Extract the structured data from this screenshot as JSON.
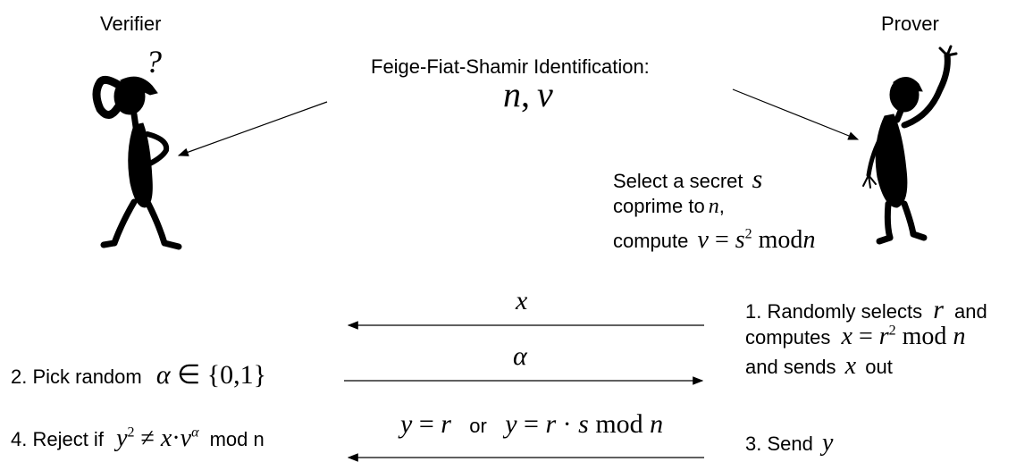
{
  "labels": {
    "verifier": "Verifier",
    "prover": "Prover",
    "question_mark": "?"
  },
  "header": {
    "title": "Feige-Fiat-Shamir Identification:",
    "public_n": "n",
    "public_sep": ",",
    "public_v": "v"
  },
  "prover_setup": {
    "line1_text": "Select a secret",
    "line1_var": "s",
    "line2_text": "coprime to",
    "line2_var": "n",
    "line2_tail": ",",
    "line3_text": "compute",
    "line3_v": "v",
    "line3_eq": " = ",
    "line3_s": "s",
    "line3_exp": "2",
    "line3_mod": " mod",
    "line3_n": "n"
  },
  "arrows": {
    "arrow1_label": "x",
    "arrow2_label": "α"
  },
  "step1": {
    "text1": "1. Randomly selects",
    "var_r": "r",
    "text1_tail": "and",
    "text2": "computes",
    "eq_x": "x",
    "eq_eq": " = ",
    "eq_r": "r",
    "eq_exp": "2",
    "eq_mod": " mod ",
    "eq_n": "n",
    "text3": "and sends",
    "var_x": "x",
    "text3_tail": "out"
  },
  "step2": {
    "text": "2. Pick random",
    "var_alpha": "α",
    "set": " ∈ {0,1}"
  },
  "step3": {
    "text": "3. Send",
    "var_y": "y"
  },
  "step4": {
    "text": "4. Reject if",
    "y": "y",
    "y_exp": "2",
    "ne": " ≠ ",
    "x": "x",
    "dot": "·",
    "v": "v",
    "v_exp": "α",
    "tail": "mod n"
  },
  "response": {
    "y1": "y",
    "eq1": " = ",
    "r1": "r",
    "or": "or",
    "y2": "y",
    "eq2": " = ",
    "r2": "r",
    "dot": " · ",
    "s": "s",
    "mod": " mod ",
    "n": "n"
  }
}
